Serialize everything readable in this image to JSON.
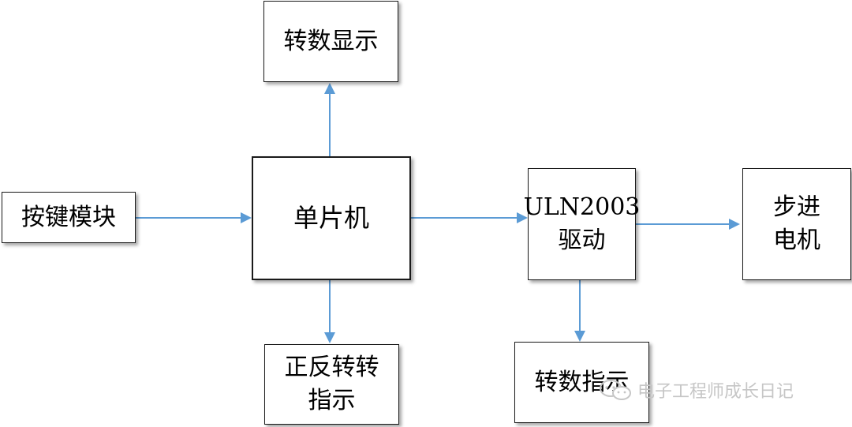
{
  "diagram": {
    "boxes": {
      "speed_display": {
        "lines": [
          "转数显示"
        ]
      },
      "key_module": {
        "lines": [
          "按键模块"
        ]
      },
      "mcu": {
        "lines": [
          "单片机"
        ]
      },
      "uln_driver": {
        "lines": [
          "ULN2003",
          "驱动"
        ]
      },
      "stepper_motor": {
        "lines": [
          "步进",
          "电机"
        ]
      },
      "direction_indicator": {
        "lines": [
          "正反转转",
          "指示"
        ]
      },
      "speed_indicator": {
        "lines": [
          "转数指示"
        ]
      }
    },
    "arrow_color": "#5b9bd5",
    "border_color": "#1a1a1a"
  },
  "watermark": {
    "text": "电子工程师成长日记",
    "icon": "wechat-icon"
  }
}
